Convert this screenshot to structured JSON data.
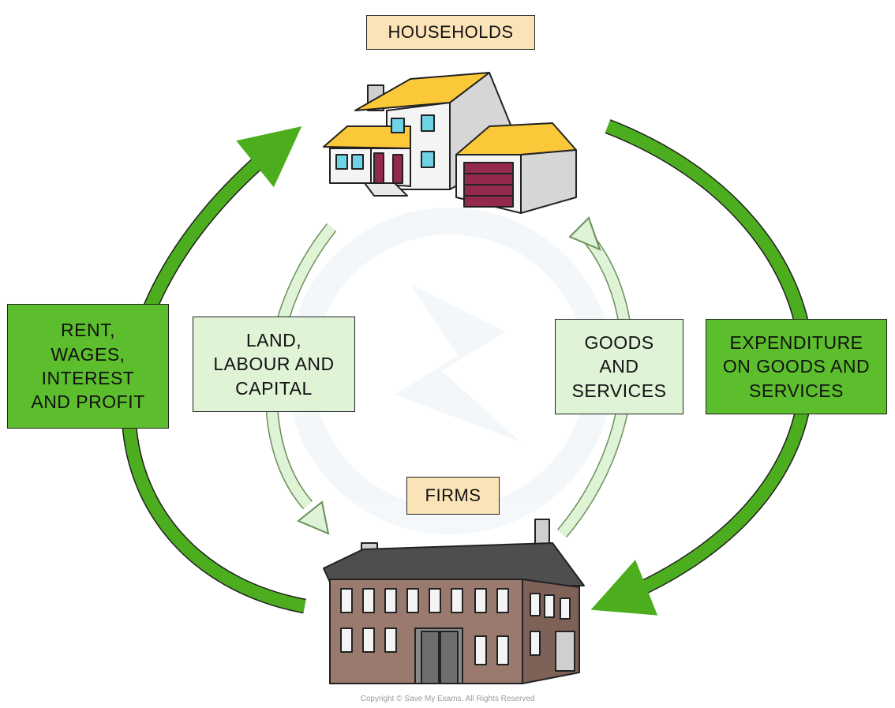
{
  "diagram": {
    "households_label": "HOUSEHOLDS",
    "firms_label": "FIRMS",
    "flows": {
      "payments_to_households": [
        "RENT,",
        "WAGES,",
        "INTEREST",
        "AND PROFIT"
      ],
      "factors_of_production": [
        "LAND,",
        "LABOUR AND",
        "CAPITAL"
      ],
      "goods_to_households": [
        "GOODS",
        "AND",
        "SERVICES"
      ],
      "expenditure_to_firms": [
        "EXPENDITURE",
        "ON GOODS AND",
        "SERVICES"
      ]
    },
    "copyright": "Copyright © Save My Exams. All Rights Reserved"
  },
  "colors": {
    "money_flow": "#4cae1e",
    "real_flow": "#dff3d6",
    "money_label_bg": "#5cbe2c",
    "real_label_bg": "#dff3d6",
    "entity_label_bg": "#fbe3b8",
    "house_roof": "#fbc83a",
    "house_wall": "#f4f4f4",
    "garage_door": "#93294f",
    "factory_wall": "#9a7a6e",
    "factory_roof": "#4e4e4e"
  },
  "icons": [
    "house-icon",
    "factory-icon"
  ]
}
